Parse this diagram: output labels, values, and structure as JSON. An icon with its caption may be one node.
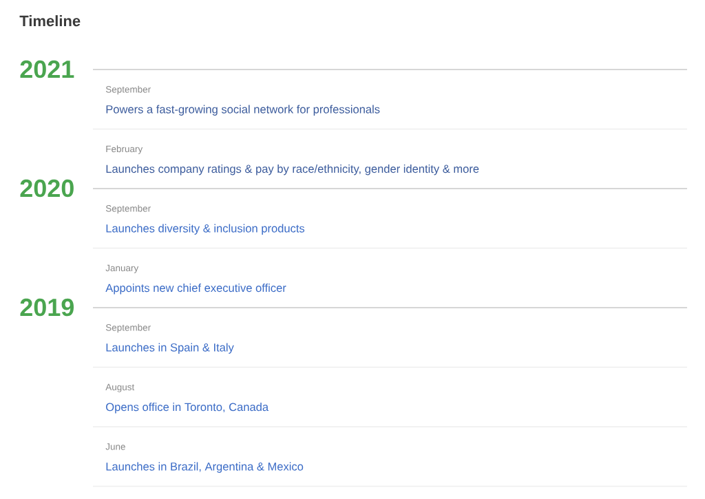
{
  "diagram": {
    "title": "Timeline",
    "labels": [
      "2021",
      "September",
      "Powers a fast-growing social network for professionals",
      "February",
      "Launches company ratings & pay by race/ethnicity, gender identity & more",
      "2020",
      "September",
      "Launches diversity & inclusion products",
      "January",
      "Appoints new chief executive officer",
      "2019",
      "September",
      "Launches in Spain & Italy",
      "August",
      "Opens office in Toronto, Canada",
      "June",
      "Launches in Brazil, Argentina & Mexico"
    ]
  }
}
